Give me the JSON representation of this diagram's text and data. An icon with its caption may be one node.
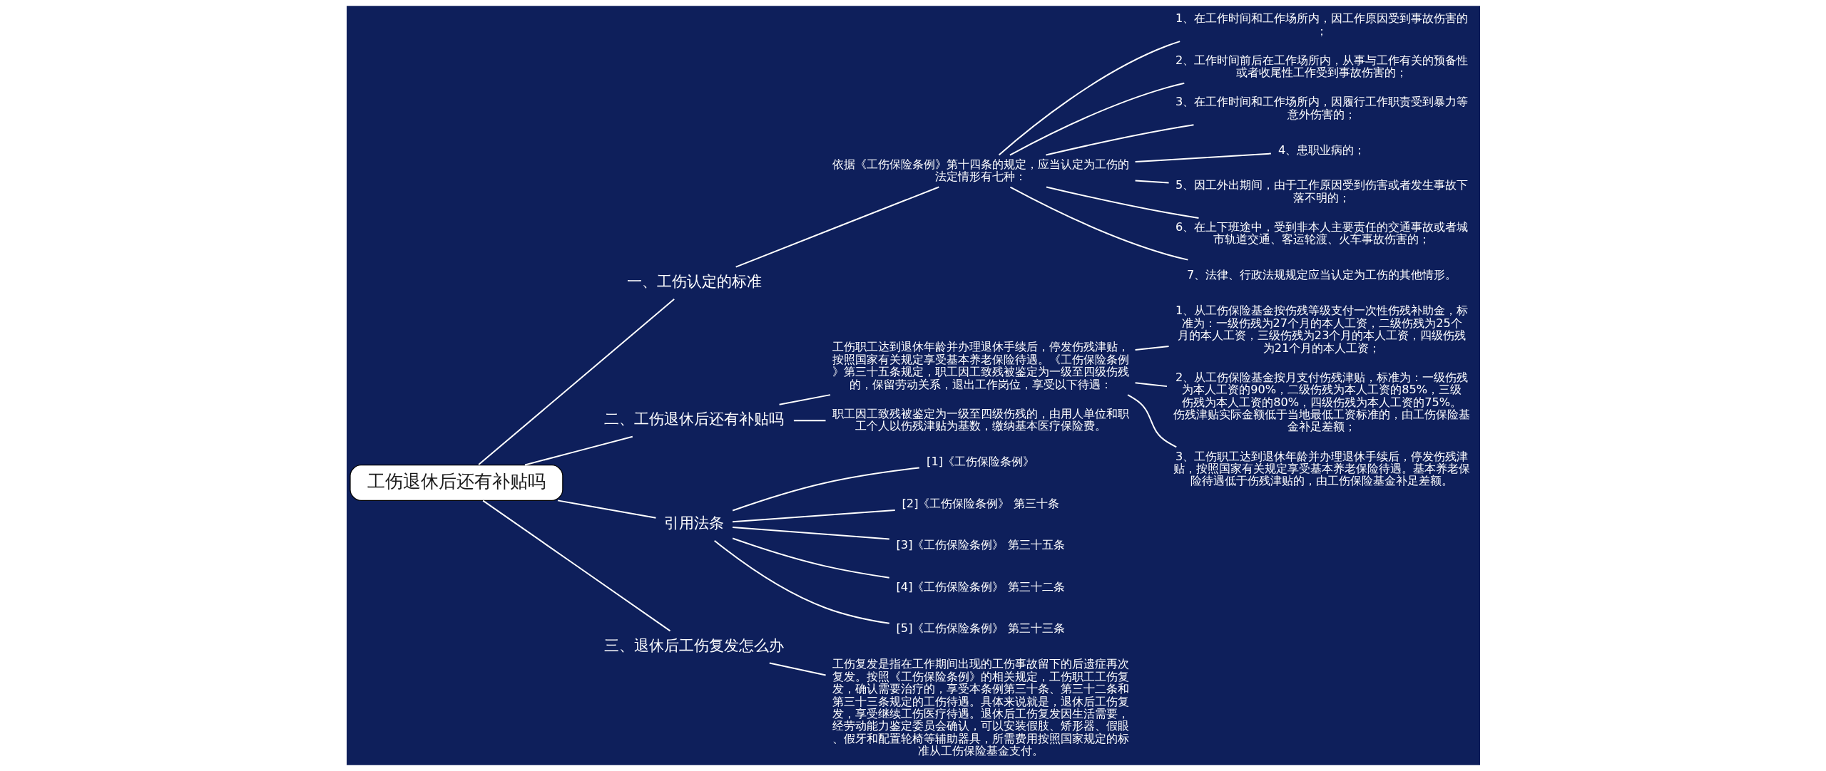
{
  "diagram": {
    "nodes": [
      {
        "text": [
          "工伤退休后还有补贴吗"
        ]
      },
      {
        "text": [
          "一、工伤认定的标准"
        ]
      },
      {
        "text": [
          "依据《工伤保险条例》第十四条的规定，应当认定为工伤的法定情形有七种："
        ]
      },
      {
        "text": [
          "1、在工作时间和工作场所内，因工作原因受到事故伤害的；"
        ]
      },
      {
        "text": [
          "2、工作时间前后在工作场所内，从事与工作有关的预备性或者收尾性工作受到事故伤害的；"
        ]
      },
      {
        "text": [
          "3、在工作时间和工作场所内，因履行工作职责受到暴力等意外伤害的；"
        ]
      },
      {
        "text": [
          "4、患职业病的；"
        ]
      },
      {
        "text": [
          "5、因工外出期间，由于工作原因受到伤害或者发生事故下落不明的；"
        ]
      },
      {
        "text": [
          "6、在上下班途中，受到非本人主要责任的交通事故或者城市轨道交通、客运轮渡、火车事故伤害的；"
        ]
      },
      {
        "text": [
          "7、法律、行政法规规定应当认定为工伤的其他情形。"
        ]
      },
      {
        "text": [
          "二、工伤退休后还有补贴吗"
        ]
      },
      {
        "text": [
          "工伤职工达到退休年龄并办理退休手续后，停发伤残津贴，按照国家有关规定享受基本养老保险待遇。《工伤保险条例》第三十五条规定，职工因工致残被鉴定为一级至四级伤残的，保留劳动关系，退出工作岗位，享受以下待遇："
        ]
      },
      {
        "text": [
          "1、从工伤保险基金按伤残等级支付一次性伤残补助金，标准为：一级伤残为27个月的本人工资，二级伤残为25个月的本人工资，三级伤残为23个月的本人工资，四级伤残为21个月的本人工资；"
        ]
      },
      {
        "text": [
          "2、从工伤保险基金按月支付伤残津贴，标准为：一级伤残为本人工资的90%，二级伤残为本人工资的85%，三级伤残为本人工资的80%，四级伤残为本人工资的75%。伤残津贴实际金额低于当地最低工资标准的，由工伤保险基金补足差额；"
        ]
      },
      {
        "text": [
          "3、工伤职工达到退休年龄并办理退休手续后，停发伤残津贴，按照国家有关规定享受基本养老保险待遇。基本养老保险待遇低于伤残津贴的，由工伤保险基金补足差额。"
        ]
      },
      {
        "text": [
          "职工因工致残被鉴定为一级至四级伤残的，由用人单位和职工个人以伤残津贴为基数，缴纳基本医疗保险费。"
        ]
      },
      {
        "text": [
          "引用法条"
        ]
      },
      {
        "text": [
          "[1]《工伤保险条例》"
        ]
      },
      {
        "text": [
          "[2]《工伤保险条例》 第三十条"
        ]
      },
      {
        "text": [
          "[3]《工伤保险条例》 第三十五条"
        ]
      },
      {
        "text": [
          "[4]《工伤保险条例》 第三十二条"
        ]
      },
      {
        "text": [
          "[5]《工伤保险条例》 第三十三条"
        ]
      },
      {
        "text": [
          "三、退休后工伤复发怎么办"
        ]
      },
      {
        "text": [
          "工伤复发是指在工作期间出现的工伤事故留下的后遗症再次复发。按照《工伤保险条例》的相关规定，工伤职工工伤复发，确认需要治疗的，享受本条例第三十条、第三十二条和第三十三条规定的工伤待遇。具体来说就是，退休后工伤复发，享受继续工伤医疗待遇。退休后工伤复发因生活需要，经劳动能力鉴定委员会确认，可以安装假肢、矫形器、假眼、假牙和配置轮椅等辅助器具，所需费用按照国家规定的标准从工伤保险基金支付。"
        ]
      }
    ],
    "edges": [
      {
        "from": 0,
        "to": 1,
        "arrow": "none"
      },
      {
        "from": 1,
        "to": 2,
        "arrow": "none"
      },
      {
        "from": 2,
        "to": 3,
        "arrow": "none"
      },
      {
        "from": 2,
        "to": 4,
        "arrow": "none"
      },
      {
        "from": 2,
        "to": 5,
        "arrow": "none"
      },
      {
        "from": 2,
        "to": 6,
        "arrow": "none"
      },
      {
        "from": 2,
        "to": 7,
        "arrow": "none"
      },
      {
        "from": 2,
        "to": 8,
        "arrow": "none"
      },
      {
        "from": 2,
        "to": 9,
        "arrow": "none"
      },
      {
        "from": 0,
        "to": 10,
        "arrow": "none"
      },
      {
        "from": 10,
        "to": 11,
        "arrow": "none"
      },
      {
        "from": 11,
        "to": 12,
        "arrow": "none"
      },
      {
        "from": 11,
        "to": 13,
        "arrow": "none"
      },
      {
        "from": 11,
        "to": 14,
        "arrow": "none"
      },
      {
        "from": 10,
        "to": 15,
        "arrow": "none"
      },
      {
        "from": 0,
        "to": 16,
        "arrow": "none"
      },
      {
        "from": 16,
        "to": 17,
        "arrow": "none"
      },
      {
        "from": 16,
        "to": 18,
        "arrow": "none"
      },
      {
        "from": 16,
        "to": 19,
        "arrow": "none"
      },
      {
        "from": 16,
        "to": 20,
        "arrow": "none"
      },
      {
        "from": 16,
        "to": 21,
        "arrow": "none"
      },
      {
        "from": 0,
        "to": 22,
        "arrow": "none"
      },
      {
        "from": 22,
        "to": 23,
        "arrow": "none"
      }
    ]
  }
}
